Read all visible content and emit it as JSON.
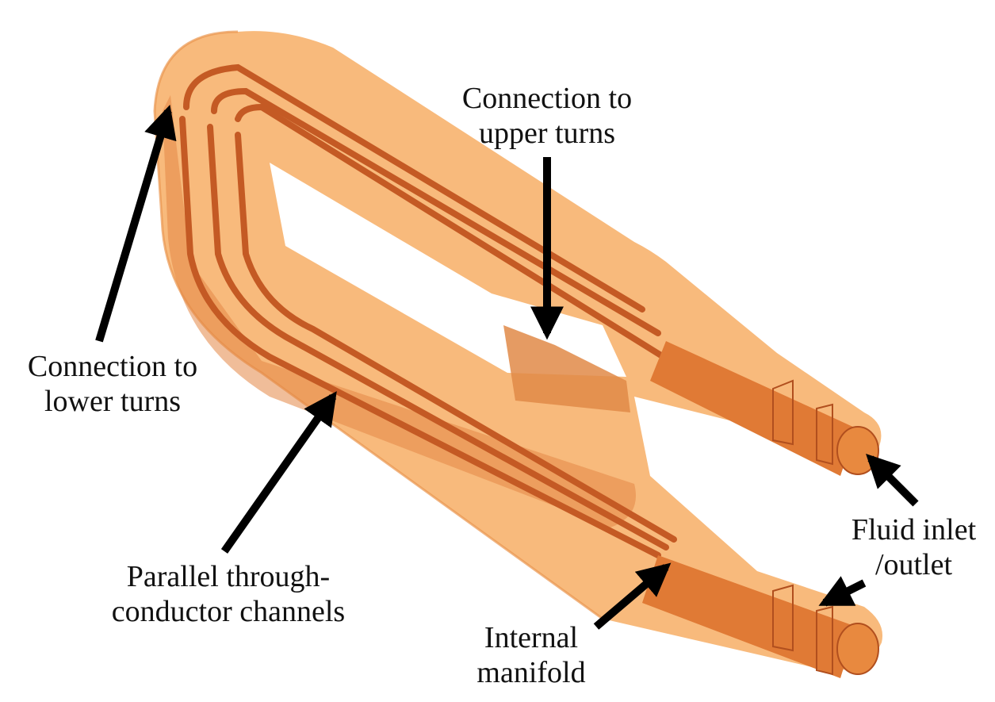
{
  "colors": {
    "shell": "#f7b26e",
    "shell_edge": "#e9964f",
    "channel": "#d96a2c",
    "channel_dark": "#b14f1e",
    "pipe": "#e07a35",
    "arrow": "#000000"
  },
  "labels": {
    "upper_turns": [
      "Connection to",
      "upper turns"
    ],
    "lower_turns": [
      "Connection to",
      "lower turns"
    ],
    "parallel_channels": [
      "Parallel through-",
      "conductor channels"
    ],
    "manifold": [
      "Internal",
      "manifold"
    ],
    "fluid": [
      "Fluid inlet",
      "/outlet"
    ]
  }
}
